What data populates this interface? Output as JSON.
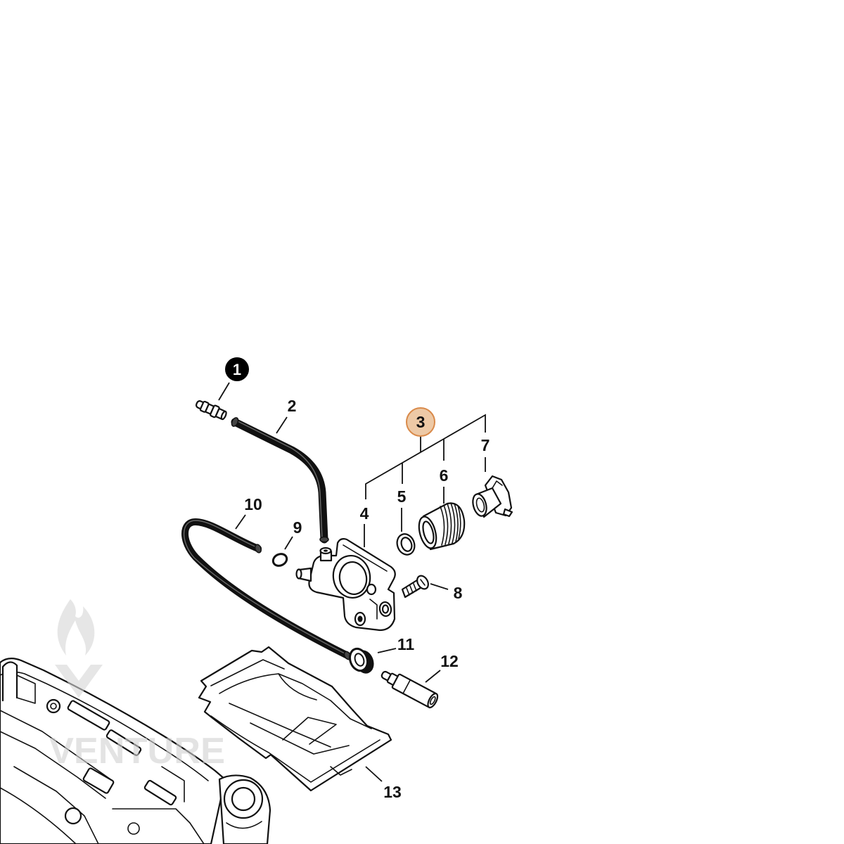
{
  "diagram": {
    "callouts": [
      {
        "label": "1",
        "inverted": true
      },
      {
        "label": "2"
      },
      {
        "label": "3",
        "highlighted": true
      },
      {
        "label": "4"
      },
      {
        "label": "5"
      },
      {
        "label": "6"
      },
      {
        "label": "7"
      },
      {
        "label": "8"
      },
      {
        "label": "9"
      },
      {
        "label": "10"
      },
      {
        "label": "11"
      },
      {
        "label": "12"
      },
      {
        "label": "13"
      }
    ],
    "watermark": "VENTURE"
  },
  "colors": {
    "highlight_fill": "#edc9a6",
    "highlight_stroke": "#d98a4a",
    "highlight_text": "#4a2d12",
    "inverted_fill": "#000000",
    "line": "#111111"
  }
}
